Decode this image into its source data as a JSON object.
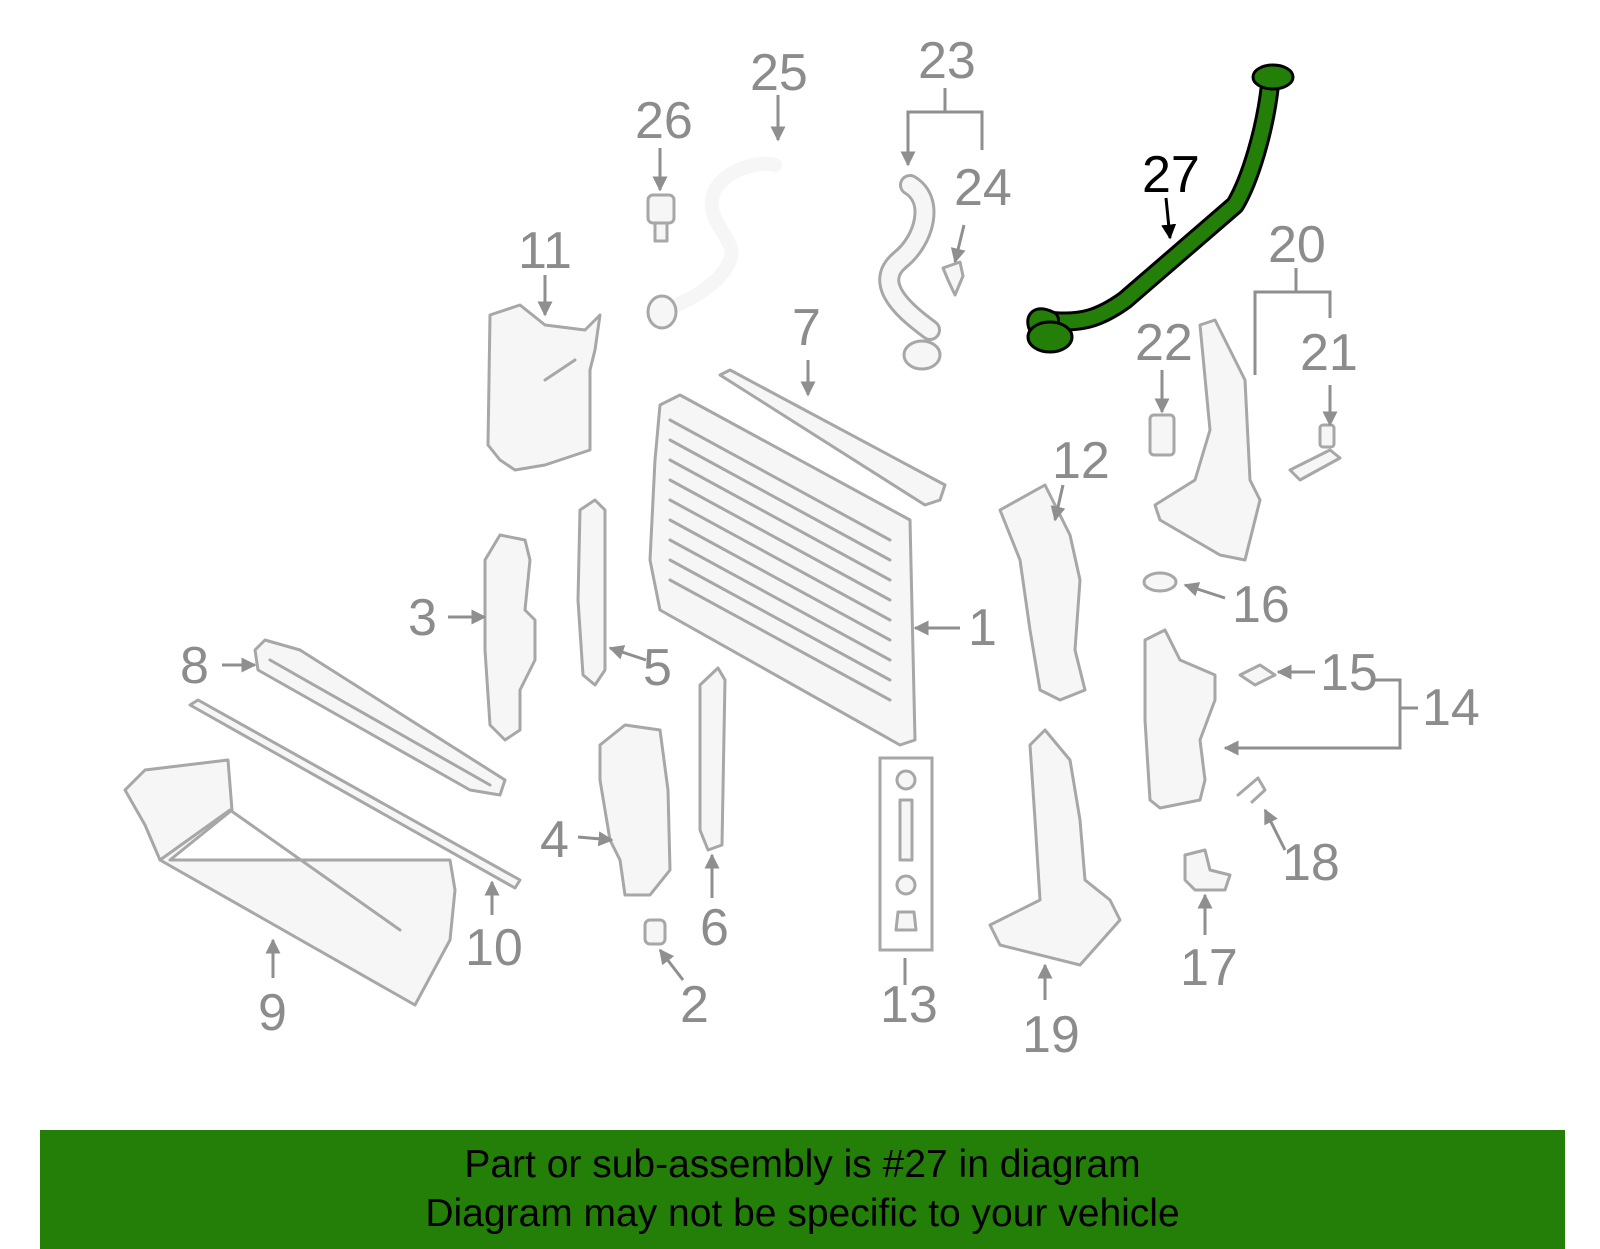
{
  "callouts": [
    "1",
    "2",
    "3",
    "4",
    "5",
    "6",
    "7",
    "8",
    "9",
    "10",
    "11",
    "12",
    "13",
    "14",
    "15",
    "16",
    "17",
    "18",
    "19",
    "20",
    "21",
    "22",
    "23",
    "24",
    "25",
    "26",
    "27"
  ],
  "highlight": {
    "callout": "27",
    "color": "#237f08"
  },
  "banner": {
    "line1": "Part or sub-assembly is #27 in diagram",
    "line2": "Diagram may not be specific to your vehicle",
    "background": "#237f08"
  }
}
